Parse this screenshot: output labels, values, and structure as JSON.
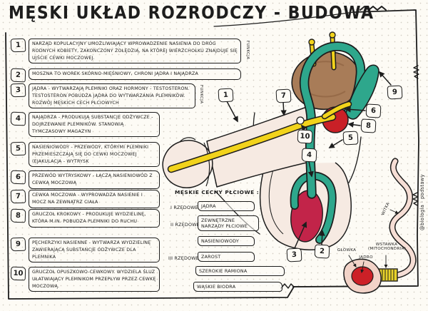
{
  "page": {
    "title": "MĘSKI UKŁAD ROZRODCZY - BUDOWA",
    "watermark": "@biologia - podstawy"
  },
  "legend": {
    "items": [
      {
        "num": "1",
        "tag": "FUNKCJA",
        "text": "NARZĄD KOPULACYJNY UMOŻLIWIAJĄCY WPROWADZENIE NASIENIA DO DRÓG RODNYCH KOBIETY, ZAKOŃCZONY ŻOŁĘDZIĄ, NA KTÓREJ WIERZCHOŁKU ZNAJDUJE SIĘ UJŚCIE CEWKI MOCZOWEJ."
      },
      {
        "num": "2",
        "tag": "",
        "text": "MOSZNA TO WOREK SKÓRNO-MIĘŚNIOWY, CHRONI JĄDRA I NAJĄDRZA"
      },
      {
        "num": "3",
        "tag": "FUNKCJA",
        "text": "JĄDRA - WYTWARZAJĄ PLEMNIKI ORAZ HORMONY - TESTOSTERON. TESTOSTERON POBUDZA JĄDRA DO WYTWARZANIA PLEMNIKÓW. ROZWÓJ MĘSKICH CECH PŁCIOWYCH"
      },
      {
        "num": "4",
        "tag": "",
        "text": "NAJĄDRZA - PRODUKUJĄ SUBSTANCJE ODŻYWCZE - DOJRZEWANIE PLEMNIKÓW. STANOWIĄ TYMCZASOWY MAGAZYN"
      },
      {
        "num": "5",
        "tag": "",
        "text": "NASIENIOWODY - PRZEWODY, KTÓRYMI PLEMNIKI PRZEMIESZCZAJĄ SIĘ DO CEWKI MOCZOWEJ (EJAKULACJA - WYTRYSK"
      },
      {
        "num": "6",
        "tag": "",
        "text": "PRZEWÓD WYTRYSKOWY - ŁĄCZĄ NASIENIOWÓD Z CEWKĄ MOCZOWĄ"
      },
      {
        "num": "7",
        "tag": "",
        "text": "CEWKA MOCZOWA - WYPROWADZA NASIENIE I MOCZ NA ZEWNĄTRZ CIAŁA"
      },
      {
        "num": "8",
        "tag": "",
        "text": "GRUCZOŁ KROKOWY - PRODUKUJE WYDZIELINĘ, KTÓRA M.IN. POBUDZA PLEMNIKI DO RUCHU"
      },
      {
        "num": "9",
        "tag": "",
        "text": "PĘCHERZYKI NASIENNE - WYTWARZA WYDZIELINĘ ZAWIERAJĄCĄ SUBSTANCJE ODŻYWCZE DLA PLEMNIKA"
      },
      {
        "num": "10",
        "tag": "",
        "text": "GRUCZOŁ OPUSZKOWO-CEWKOWY. WYDZIELA ŚLUZ UŁATWIAJĄCY PLEMNIKOM PRZEPŁYW PRZEZ CEWKĘ MOCZOWĄ."
      }
    ]
  },
  "traits": {
    "header": "MĘSKIE CECHY PŁCIOWE :",
    "rows": [
      {
        "label": "I RZĘDOWE",
        "boxes": [
          "JĄDRA"
        ]
      },
      {
        "label": "II RZĘDOWE",
        "boxes": [
          "ZEWNĘTRZNE NARZĄDY PŁCIOWE",
          "NASIENIOWODY"
        ]
      },
      {
        "label": "III RZĘDOWE",
        "boxes": [
          "ZAROST",
          "SZEROKIE RAMIONA",
          "WĄSKIE BIODRA"
        ]
      }
    ]
  },
  "diagram": {
    "callouts": [
      "1",
      "2",
      "3",
      "4",
      "5",
      "6",
      "7",
      "8",
      "9",
      "10"
    ],
    "sperm": {
      "head": "GŁÓWKA",
      "nucleus": "JĄDRO",
      "midpiece": "WSTAWKA (MITOCHONDRIA)",
      "tail": "WITKA"
    },
    "colors": {
      "ink": "#1d1d1d",
      "urethra_yellow": "#f2d31b",
      "duct_teal": "#2ea78c",
      "bladder_brown": "#a87c58",
      "prostate_red": "#c92027",
      "testis_crimson": "#c22449",
      "skin": "#f6eae2",
      "sperm_head_pink": "#f2d3c8"
    }
  }
}
